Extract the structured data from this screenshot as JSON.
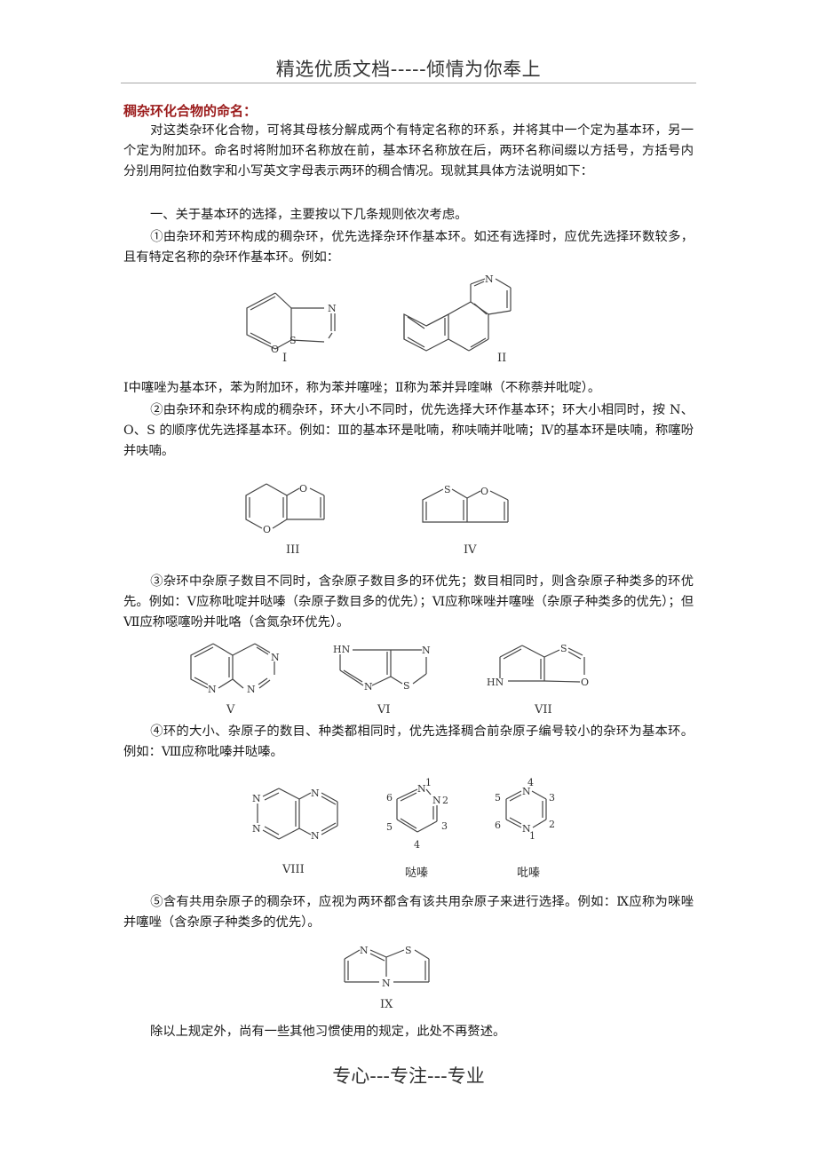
{
  "header": {
    "text": "精选优质文档-----倾情为你奉上"
  },
  "section": {
    "title": "稠杂环化合物的命名："
  },
  "paragraphs": {
    "intro": "对这类杂环化合物，可将其母核分解成两个有特定名称的环系，并将其中一个定为基本环，另一个定为附加环。命名时将附加环名称放在前，基本环名称放在后，两环名称间缀以方括号，方括号内分别用阿拉伯数字和小写英文字母表示两环的稠合情况。现就其具体方法说明如下：",
    "rule_heading": "一、关于基本环的选择，主要按以下几条规则依次考虑。",
    "rule1": "①由杂环和芳环构成的稠杂环，优先选择杂环作基本环。如还有选择时，应优先选择环数较多，且有特定名称的杂环作基本环。例如：",
    "rule1_note": "Ⅰ中噻唑为基本环，苯为附加环，称为苯并噻唑；Ⅱ称为苯并异喹啉（不称萘并吡啶）。",
    "rule2": "②由杂环和杂环构成的稠杂环，环大小不同时，优先选择大环作基本环；环大小相同时，按 N、O、S 的顺序优先选择基本环。例如：Ⅲ的基本环是吡喃，称呋喃并吡喃；Ⅳ的基本环是呋喃，称噻吩并呋喃。",
    "rule3": "③杂环中杂原子数目不同时，含杂原子数目多的环优先；数目相同时，则含杂原子种类多的环优先。例如：Ⅴ应称吡啶并哒嗪（杂原子数目多的优先）；Ⅵ应称咪唑并噻唑（杂原子种类多的优先）；但Ⅶ应称噁噻吩并吡咯（含氮杂环优先）。",
    "rule4": "④环的大小、杂原子的数目、种类都相同时，优先选择稠合前杂原子编号较小的杂环为基本环。例如：Ⅷ应称吡嗪并哒嗪。",
    "rule5": "⑤含有共用杂原子的稠杂环，应视为两环都含有该共用杂原子来进行选择。例如：Ⅸ应称为咪唑并噻唑（含杂原子种类多的优先）。",
    "closing": "除以上规定外，尚有一些其他习惯使用的规定，此处不再赘述。"
  },
  "structures": {
    "I": {
      "label": "I",
      "atoms": [
        "N",
        "O",
        "S"
      ]
    },
    "II": {
      "label": "II",
      "atoms": [
        "N"
      ]
    },
    "III": {
      "label": "III",
      "atoms": [
        "O",
        "O"
      ]
    },
    "IV": {
      "label": "IV",
      "atoms": [
        "S",
        "O"
      ]
    },
    "V": {
      "label": "V",
      "atoms": [
        "N",
        "N",
        "N"
      ]
    },
    "VI": {
      "label": "VI",
      "atoms": [
        "HN",
        "N",
        "N",
        "S"
      ]
    },
    "VII": {
      "label": "VII",
      "atoms": [
        "S",
        "HN",
        "O"
      ]
    },
    "VIII": {
      "label": "VIII",
      "atoms": [
        "N",
        "N",
        "N",
        "N"
      ]
    },
    "pyridazine": {
      "label": "哒嗪",
      "atoms": [
        "N",
        "N"
      ],
      "numbers": [
        "1",
        "2",
        "3",
        "4",
        "5",
        "6"
      ]
    },
    "pyrazine": {
      "label": "吡嗪",
      "atoms": [
        "N",
        "N"
      ],
      "numbers": [
        "4",
        "3",
        "2",
        "1",
        "6",
        "5"
      ]
    },
    "IX": {
      "label": "IX",
      "atoms": [
        "N",
        "S",
        "N"
      ]
    }
  },
  "footer": {
    "text": "专心---专注---专业"
  }
}
